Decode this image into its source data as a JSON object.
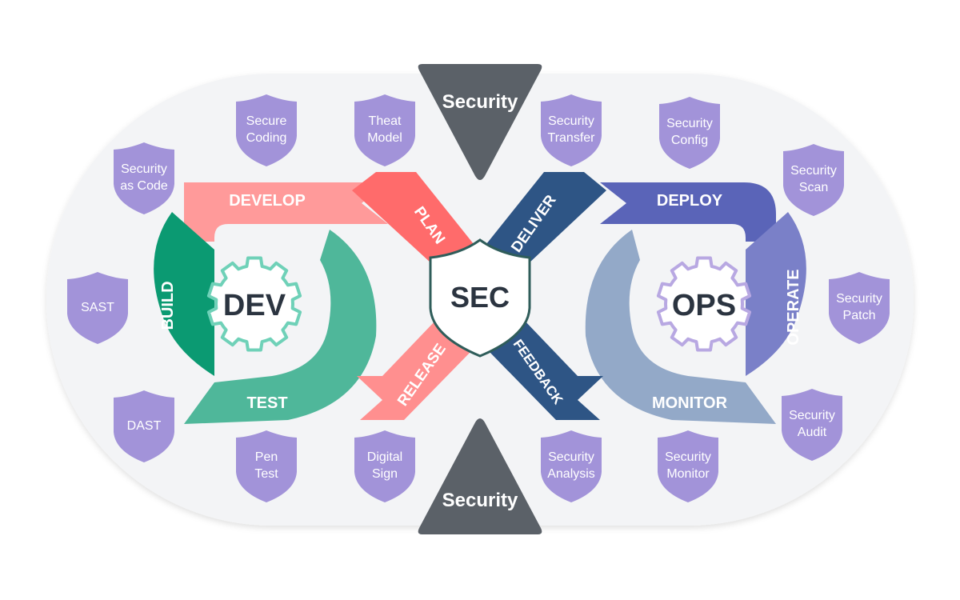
{
  "colors": {
    "background_pill": "#f3f4f6",
    "shield": "#a293d9",
    "triangle": "#5b6168",
    "plan": "#ff6b6b",
    "develop": "#ff9a9a",
    "build": "#0b9a72",
    "test": "#4fb79a",
    "release": "#ff8f8f",
    "deliver": "#2e5585",
    "deploy": "#5a64b8",
    "operate": "#7a80c8",
    "monitor": "#93a9c8",
    "feedback": "#2e5585",
    "dev_gear": "#6fd1b8",
    "ops_gear": "#b8a8e2",
    "sec_shield_stroke": "#2f5d5a"
  },
  "triangles": {
    "top": "Security",
    "bottom": "Security"
  },
  "center": {
    "sec": "SEC",
    "dev": "DEV",
    "ops": "OPS"
  },
  "segments": {
    "develop": "DEVELOP",
    "plan": "PLAN",
    "build": "BUILD",
    "test": "TEST",
    "release": "RELEASE",
    "deliver": "DELIVER",
    "deploy": "DEPLOY",
    "operate": "OPERATE",
    "monitor": "MONITOR",
    "feedback": "FEEDBACK"
  },
  "shields": [
    {
      "id": "secure-coding",
      "lines": [
        "Secure",
        "Coding"
      ]
    },
    {
      "id": "theat-model",
      "lines": [
        "Theat",
        "Model"
      ]
    },
    {
      "id": "security-as-code",
      "lines": [
        "Security",
        "as Code"
      ]
    },
    {
      "id": "sast",
      "lines": [
        "SAST"
      ]
    },
    {
      "id": "dast",
      "lines": [
        "DAST"
      ]
    },
    {
      "id": "pen-test",
      "lines": [
        "Pen",
        "Test"
      ]
    },
    {
      "id": "digital-sign",
      "lines": [
        "Digital",
        "Sign"
      ]
    },
    {
      "id": "security-transfer",
      "lines": [
        "Security",
        "Transfer"
      ]
    },
    {
      "id": "security-config",
      "lines": [
        "Security",
        "Config"
      ]
    },
    {
      "id": "security-scan",
      "lines": [
        "Security",
        "Scan"
      ]
    },
    {
      "id": "security-patch",
      "lines": [
        "Security",
        "Patch"
      ]
    },
    {
      "id": "security-audit",
      "lines": [
        "Security",
        "Audit"
      ]
    },
    {
      "id": "security-monitor",
      "lines": [
        "Security",
        "Monitor"
      ]
    },
    {
      "id": "security-analysis",
      "lines": [
        "Security",
        "Analysis"
      ]
    }
  ]
}
